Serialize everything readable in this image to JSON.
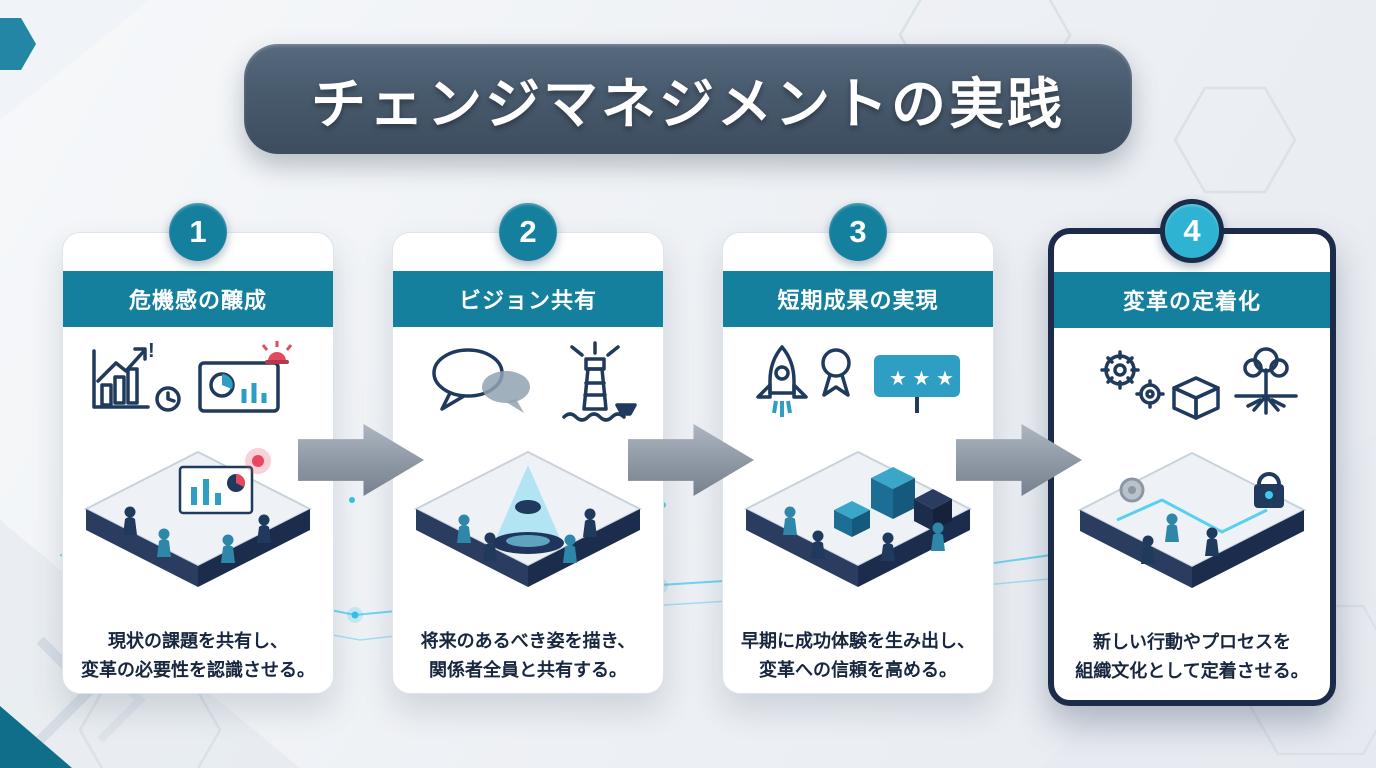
{
  "page": {
    "title": "チェンジマネジメントの実践"
  },
  "steps": [
    {
      "number": "1",
      "title": "危機感の醸成",
      "desc_line1": "現状の課題を共有し、",
      "desc_line2": "変革の必要性を認識させる。",
      "highlighted": false,
      "icons": [
        "growth-chart-icon",
        "clock-icon",
        "alert-presentation-icon"
      ]
    },
    {
      "number": "2",
      "title": "ビジョン共有",
      "desc_line1": "将来のあるべき姿を描き、",
      "desc_line2": "関係者全員と共有する。",
      "highlighted": false,
      "icons": [
        "speech-bubbles-icon",
        "lighthouse-icon"
      ]
    },
    {
      "number": "3",
      "title": "短期成果の実現",
      "desc_line1": "早期に成功体験を生み出し、",
      "desc_line2": "変革への信頼を高める。",
      "highlighted": false,
      "icons": [
        "rocket-icon",
        "medal-icon",
        "star-sign-icon"
      ]
    },
    {
      "number": "4",
      "title": "変革の定着化",
      "desc_line1": "新しい行動やプロセスを",
      "desc_line2": "組織文化として定着させる。",
      "highlighted": true,
      "icons": [
        "gears-icon",
        "package-box-icon",
        "tree-roots-icon"
      ]
    }
  ],
  "colors": {
    "teal": "#15809E",
    "teal_bright": "#2FB3D3",
    "navy": "#1C2B4A",
    "banner_slate": "#485A6D",
    "arrow_gray": "#8D97A3",
    "accent_cyan": "#45CBEE",
    "alert_red": "#E8485E"
  }
}
